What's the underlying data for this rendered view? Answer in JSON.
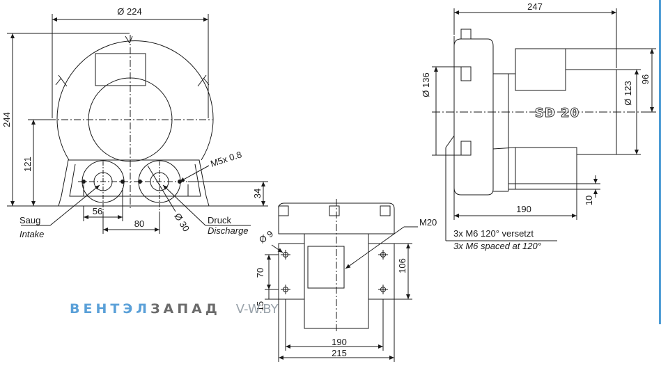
{
  "watermark": {
    "part1": "ВЕНТЭЛ",
    "part2": "ЗАПАД",
    "part3": "V-W.BY"
  },
  "colors": {
    "line": "#1a1a1a",
    "accent": "#5aa0d8",
    "edge": "#4a9ad4"
  },
  "front_view": {
    "dim_diameter": "Ø 224",
    "dim_height": "244",
    "dim_axis_height": "121",
    "dim_thread": "M5x 0.8",
    "dim_port_spacing": "56",
    "dim_port_distance": "80",
    "dim_port_diameter": "Ø 30",
    "dim_base_height": "34",
    "intake_de": "Saug",
    "intake_en": "Intake",
    "discharge_de": "Druck",
    "discharge_en": "Discharge"
  },
  "side_view": {
    "dim_length": "247",
    "dim_diameter_housing": "Ø 136",
    "dim_diameter_motor": "Ø 123",
    "dim_motor_height": "96",
    "model": "SD 20",
    "dim_base_length": "190",
    "dim_offset": "10",
    "note_de": "3x M6 120° versetzt",
    "note_en": "3x M6 spaced at 120°"
  },
  "top_view": {
    "dim_thread": "M20",
    "dim_hole": "Ø 9",
    "dim_hole_spacing": "70",
    "dim_edge": "15",
    "dim_depth": "106",
    "dim_base_inner": "190",
    "dim_base_outer": "215"
  }
}
